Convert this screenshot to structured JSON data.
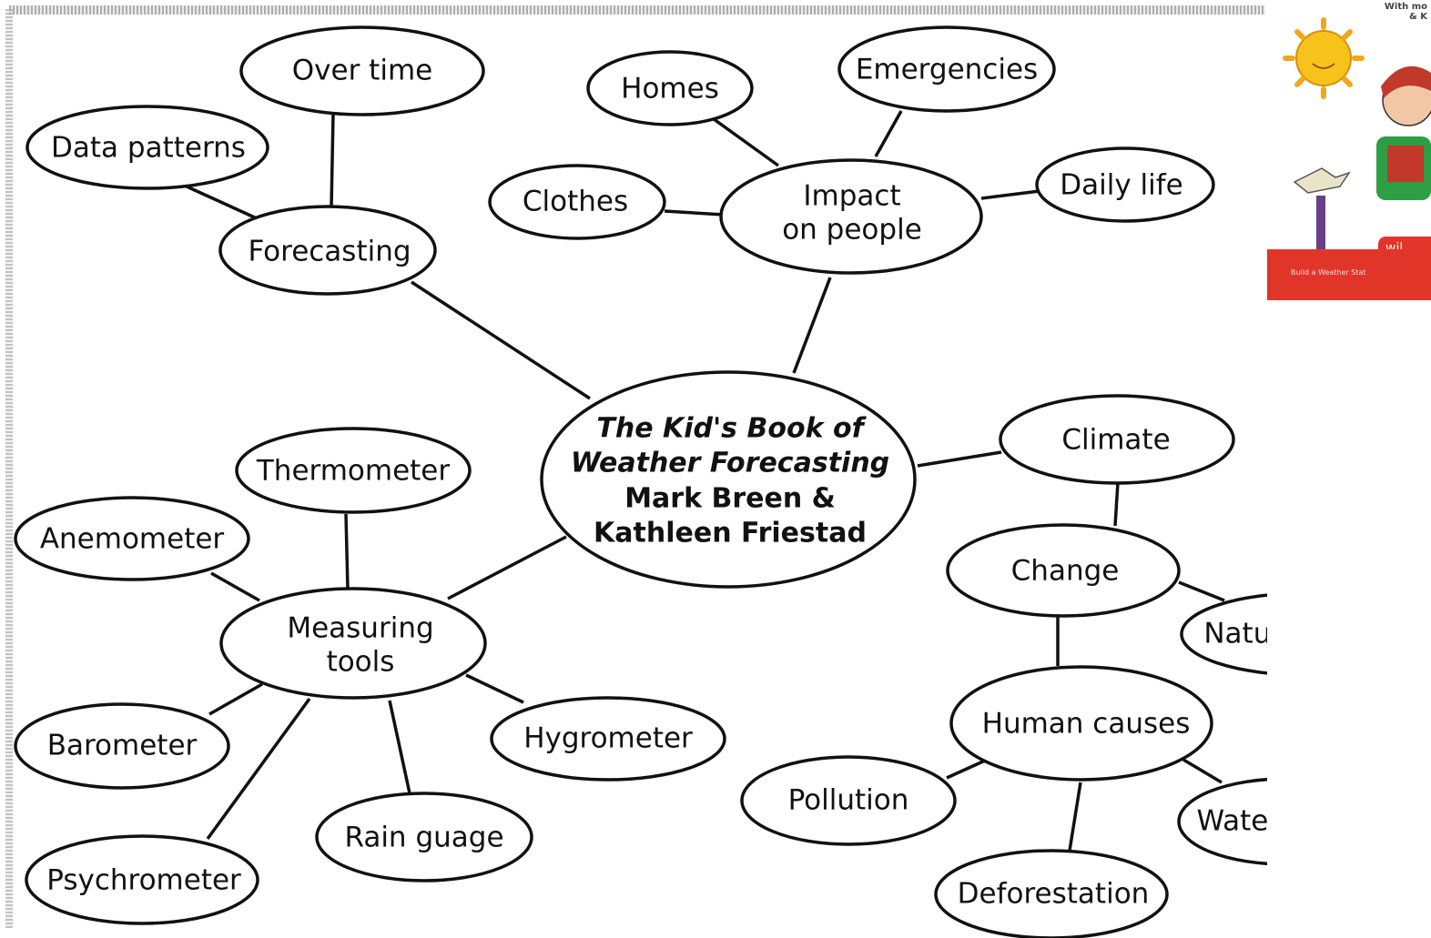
{
  "diagram": {
    "center": {
      "title_line1": "The Kid's Book of",
      "title_line2": "Weather Forecasting",
      "author_line1": "Mark Breen &",
      "author_line2": "Kathleen Friestad"
    },
    "nodes": {
      "forecasting": "Forecasting",
      "data_patterns": "Data patterns",
      "over_time": "Over time",
      "impact_line1": "Impact",
      "impact_line2": "on people",
      "homes": "Homes",
      "emergencies": "Emergencies",
      "clothes": "Clothes",
      "daily_life": "Daily life",
      "climate": "Climate",
      "change": "Change",
      "natural_causes": "Natural causes",
      "human_causes": "Human causes",
      "pollution": "Pollution",
      "water_usage": "Water usage",
      "deforestation": "Deforestation",
      "measuring_line1": "Measuring",
      "measuring_line2": "tools",
      "thermometer": "Thermometer",
      "anemometer": "Anemometer",
      "barometer": "Barometer",
      "hygrometer": "Hygrometer",
      "rain_gauge": "Rain guage",
      "psychrometer": "Psychrometer"
    }
  },
  "book_cover": {
    "tagline_line1": "With mo",
    "tagline_line2": "& K",
    "band_text": "Build a Weather Stat",
    "badge": "wil",
    "colors": {
      "band": "#e2352a",
      "sun": "#f7c21b"
    }
  }
}
